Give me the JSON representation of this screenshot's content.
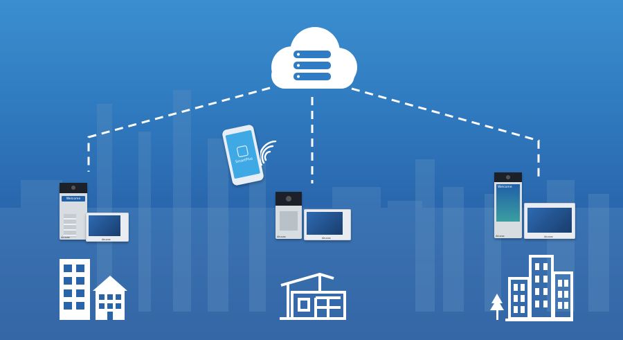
{
  "phone": {
    "app_name": "SmartPlus"
  },
  "door_units": {
    "left": {
      "screen_label": "Welcome",
      "brand": "Akuvox"
    },
    "center": {
      "brand": "Akuvox"
    },
    "right": {
      "screen_label": "Welcome",
      "brand": "Akuvox"
    }
  },
  "monitors": {
    "left": {
      "brand": "Akuvox"
    },
    "center": {
      "brand": "Akuvox"
    },
    "right": {
      "brand": "Akuvox"
    }
  },
  "colors": {
    "sky_top": "#3a8fd0",
    "sky_bottom": "#23549a",
    "line": "#ffffff",
    "cloud": "#ffffff",
    "server": "#2f7cc4"
  },
  "icons": {
    "cloud": "cloud-server-icon",
    "apartment": "apartment-buildings-icon",
    "villa": "villa-house-icon",
    "office": "office-buildings-icon"
  }
}
